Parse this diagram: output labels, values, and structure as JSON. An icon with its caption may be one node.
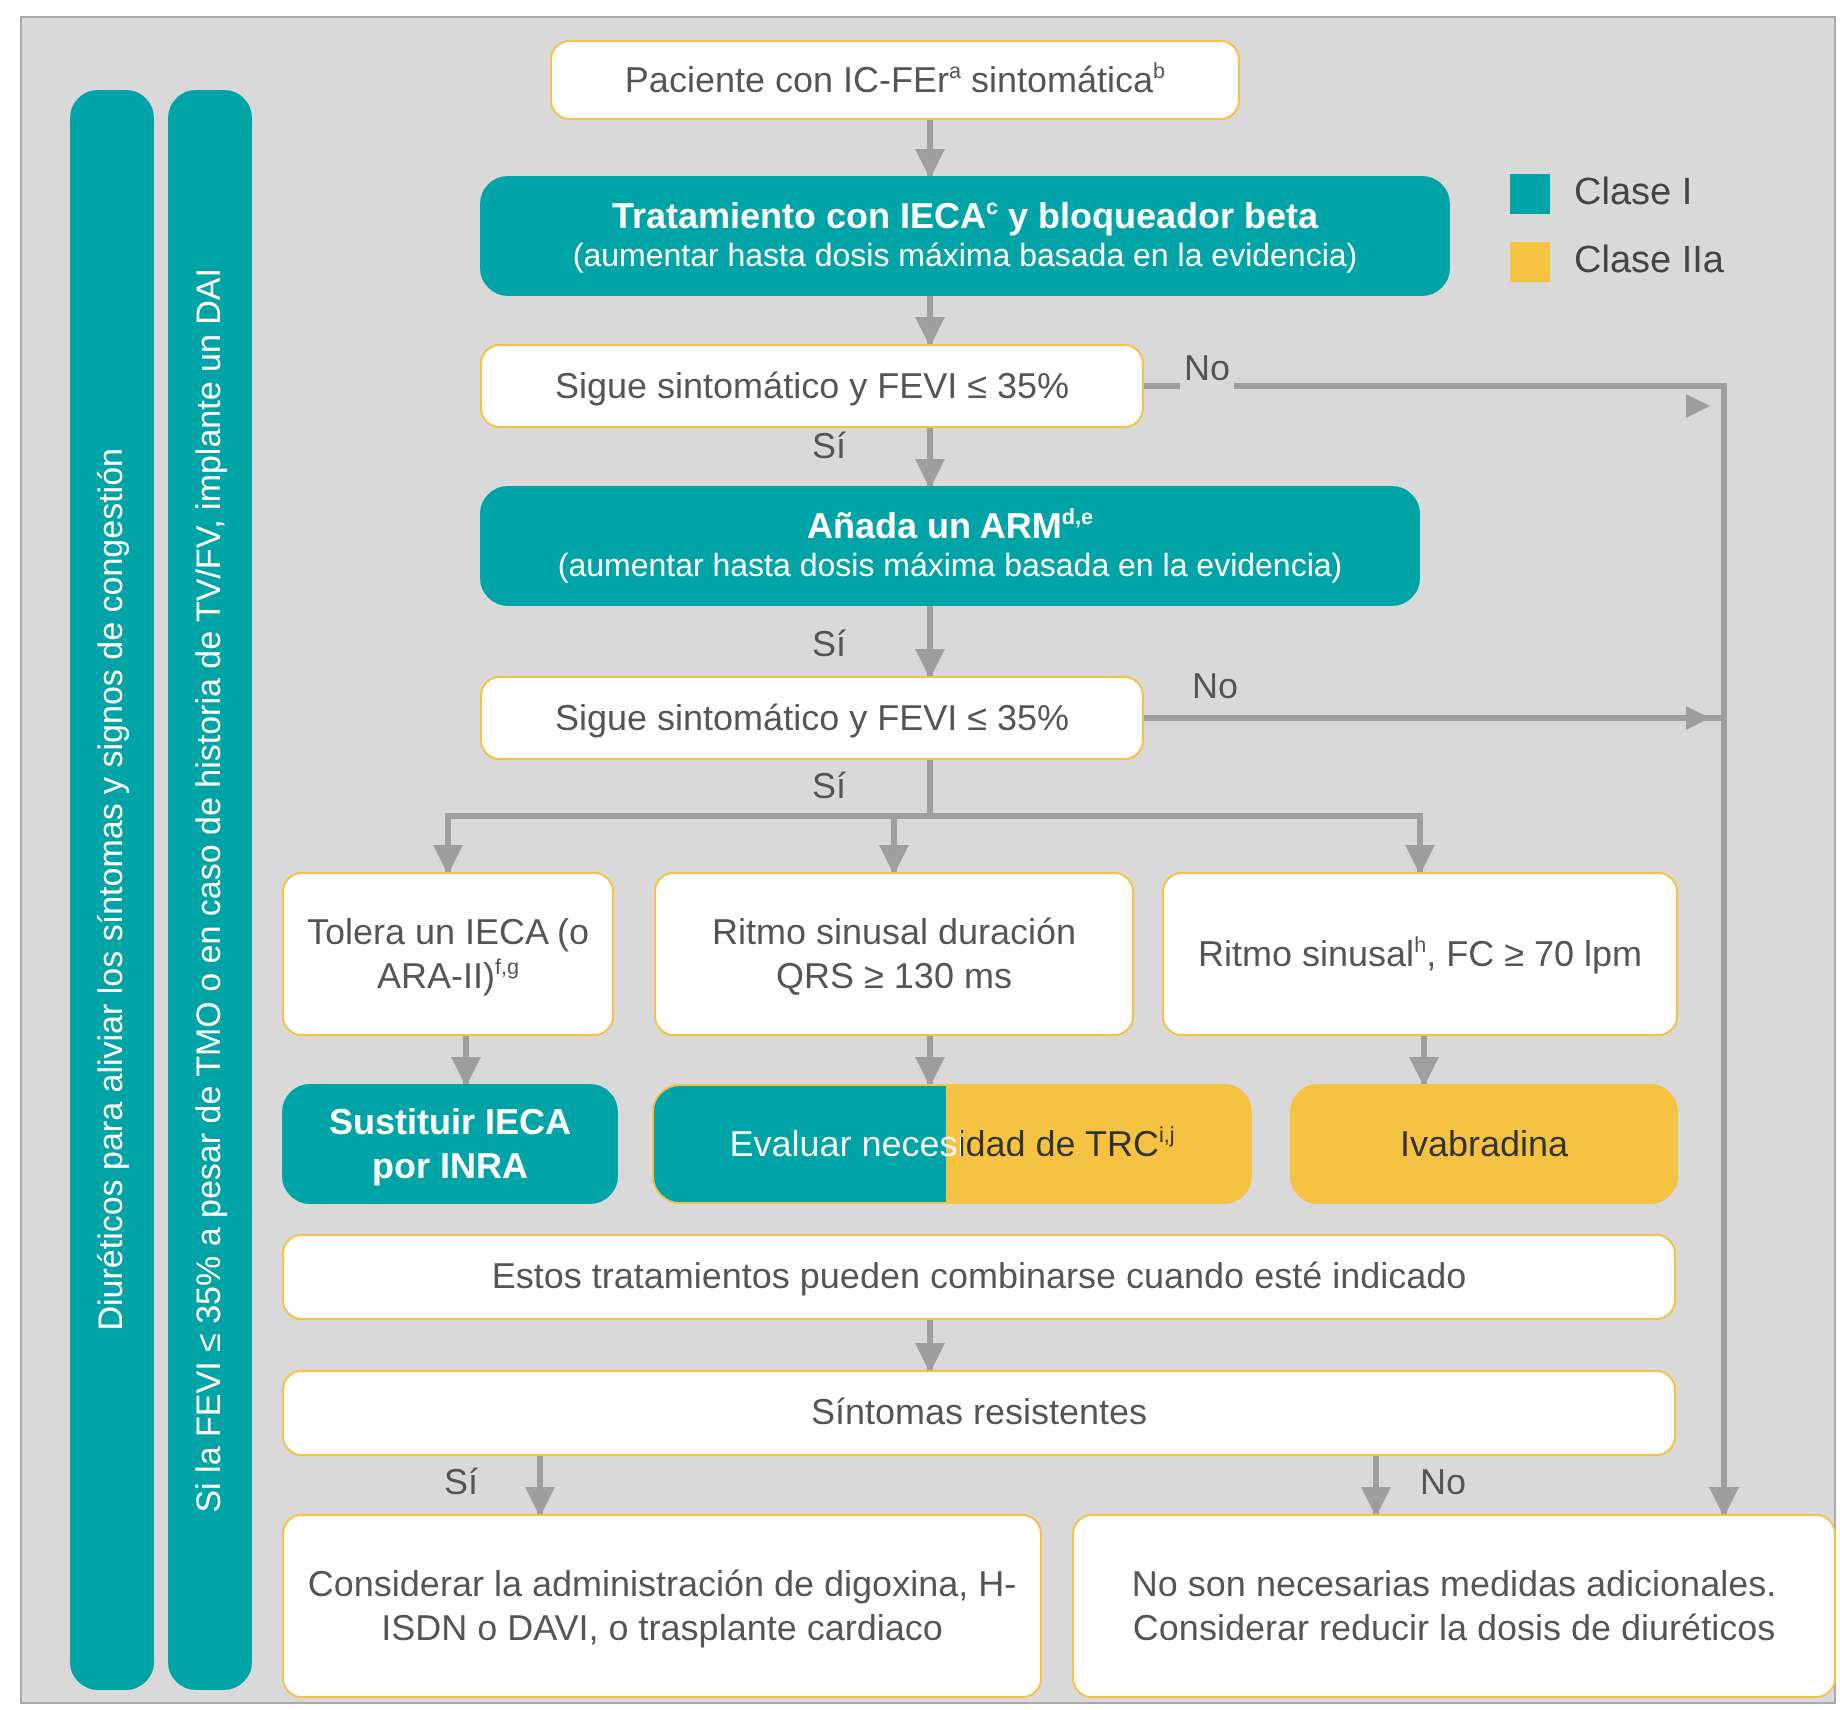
{
  "diagram": {
    "nodes": [
      {
        "text": [
          "Diuréticos para aliviar los síntomas y signos de congestión"
        ]
      },
      {
        "text": [
          "Si la FEVI ≤ 35% a pesar de TMO o en caso de historia de TV/FV, implante un DAI"
        ]
      },
      {
        "text": [
          "Paciente con IC-FEr$^{a}$ sintomática$^{b}$"
        ]
      },
      {
        "text": [
          "Tratamiento con IECA$^{c}$ y bloqueador beta",
          "(aumentar hasta dosis máxima basada en la evidencia)"
        ]
      },
      {
        "text": [
          "Sigue sintomático y FEVI ≤ 35%"
        ]
      },
      {
        "text": [
          "Añada un ARM$^{d,e}$",
          "(aumentar hasta dosis máxima basada en la evidencia)"
        ]
      },
      {
        "text": [
          "Sigue sintomático y FEVI ≤ 35%"
        ]
      },
      {
        "text": [
          "Tolera un IECA (o ARA-II)$^{f,g}$"
        ]
      },
      {
        "text": [
          "Ritmo sinusal duración QRS ≥ 130 ms"
        ]
      },
      {
        "text": [
          "Ritmo sinusal$^{h}$, FC ≥ 70 lpm"
        ]
      },
      {
        "text": [
          "Sustituir IECA por INRA"
        ]
      },
      {
        "text": [
          "Evaluar necesidad de TRC$^{i,j}$"
        ]
      },
      {
        "text": [
          "Ivabradina"
        ]
      },
      {
        "text": [
          "Estos tratamientos pueden combinarse cuando esté indicado"
        ]
      },
      {
        "text": [
          "Síntomas resistentes"
        ]
      },
      {
        "text": [
          "Considerar la administración  de digoxina, H-ISDN o DAVI, o trasplante cardiaco"
        ]
      },
      {
        "text": [
          "No son necesarias medidas adicionales. Considerar reducir la dosis de diuréticos"
        ]
      }
    ],
    "edges": [
      {
        "from": 2,
        "to": 3,
        "arrow": "to"
      },
      {
        "from": 3,
        "to": 4,
        "arrow": "to"
      },
      {
        "from": 4,
        "to": 5,
        "arrow": "to",
        "label": "Sí"
      },
      {
        "from": 4,
        "to": 16,
        "arrow": "to",
        "label": "No"
      },
      {
        "from": 5,
        "to": 6,
        "arrow": "to",
        "label": "Sí"
      },
      {
        "from": 6,
        "to": 7,
        "arrow": "to"
      },
      {
        "from": 6,
        "to": 8,
        "arrow": "to",
        "label": "Sí"
      },
      {
        "from": 6,
        "to": 9,
        "arrow": "to"
      },
      {
        "from": 6,
        "to": 16,
        "arrow": "to",
        "label": "No"
      },
      {
        "from": 7,
        "to": 10,
        "arrow": "to"
      },
      {
        "from": 8,
        "to": 11,
        "arrow": "to"
      },
      {
        "from": 9,
        "to": 12,
        "arrow": "to"
      },
      {
        "from": 13,
        "to": 14,
        "arrow": "to"
      },
      {
        "from": 14,
        "to": 15,
        "arrow": "to",
        "label": "Sí"
      },
      {
        "from": 14,
        "to": 16,
        "arrow": "to",
        "label": "No"
      }
    ],
    "legend": [
      {
        "text": "Clase I",
        "color": "#00a3a6"
      },
      {
        "text": "Clase IIa",
        "color": "#f5c242"
      }
    ]
  }
}
